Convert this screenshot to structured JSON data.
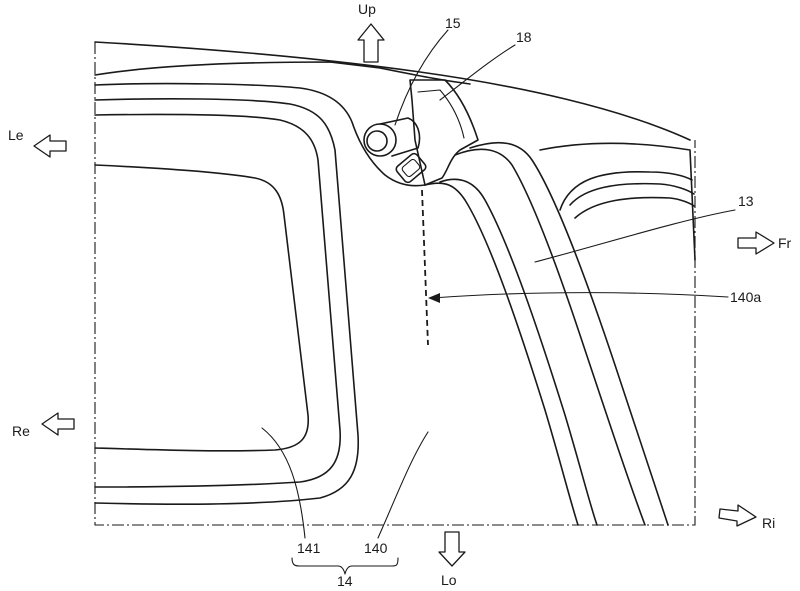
{
  "directions": {
    "up": "Up",
    "lo": "Lo",
    "le": "Le",
    "re": "Re",
    "fr": "Fr",
    "ri": "Ri"
  },
  "labels": {
    "ref_15": "15",
    "ref_18": "18",
    "ref_13": "13",
    "ref_140a": "140a",
    "ref_141": "141",
    "ref_140": "140",
    "ref_14": "14"
  }
}
